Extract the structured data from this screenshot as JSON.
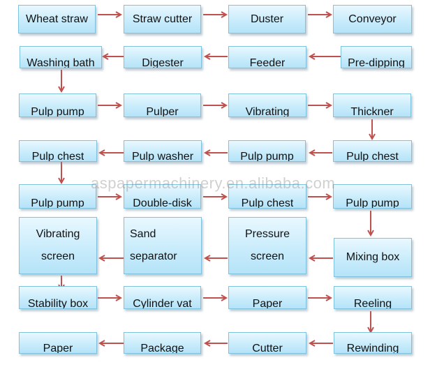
{
  "watermark": "aspapermachinery.en.alibaba.com",
  "steps": {
    "wheat_straw": "Wheat straw",
    "straw_cutter": "Straw cutter",
    "duster": "Duster",
    "conveyor": "Conveyor",
    "washing_bath": "Washing bath",
    "digester": "Digester",
    "feeder": "Feeder",
    "pre_dipping": "Pre-dipping",
    "pulp_pump_1": "Pulp pump",
    "pulper": "Pulper",
    "vibrating": "Vibrating",
    "thickner": "Thickner",
    "pulp_chest_1": "Pulp chest",
    "pulp_washer": "Pulp washer",
    "pulp_pump_2": "Pulp pump",
    "pulp_chest_2": "Pulp chest",
    "pulp_pump_3": "Pulp pump",
    "double_disk": "Double-disk",
    "pulp_chest_3": "Pulp chest",
    "pulp_pump_4": "Pulp pump",
    "vibrating_screen_l1": "Vibrating",
    "vibrating_screen_l2": "screen",
    "sand_separator_l1": "Sand",
    "sand_separator_l2": "separator",
    "pressure_screen_l1": "Pressure",
    "pressure_screen_l2": "screen",
    "mixing_box": "Mixing box",
    "stability_box": "Stability box",
    "cylinder_vat": "Cylinder vat",
    "paper_1": "Paper",
    "reeling": "Reeling",
    "paper_2": "Paper",
    "package": "Package",
    "cutter": "Cutter",
    "rewinding": "Rewinding"
  },
  "colors": {
    "arrow": "#c0504d",
    "box_border": "#7ec2dd",
    "box_fill": "#c9ecfb"
  }
}
